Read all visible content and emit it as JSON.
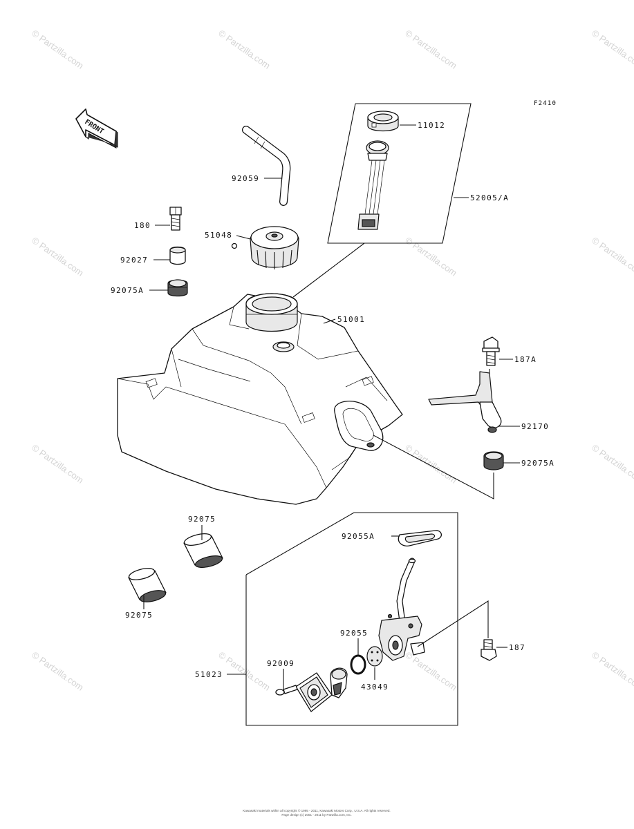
{
  "diagram": {
    "code": "F2410",
    "front_label": "FRONT",
    "watermark": "© Partzilla.com",
    "footer_line1": "Kawasaki materials within all copyright © 1995 - 2011, Kawasaki Motors Corp., U.S.A. All rights reserved.",
    "footer_line2": "Page design (c) 2001 - 2011 by Partzilla.com, Inc.",
    "parts": [
      {
        "id": "11012"
      },
      {
        "id": "52005/A"
      },
      {
        "id": "92059"
      },
      {
        "id": "180"
      },
      {
        "id": "51048"
      },
      {
        "id": "92027"
      },
      {
        "id": "92075A"
      },
      {
        "id": "51001"
      },
      {
        "id": "187A"
      },
      {
        "id": "92170"
      },
      {
        "id": "92075A"
      },
      {
        "id": "92075"
      },
      {
        "id": "92055A"
      },
      {
        "id": "92075"
      },
      {
        "id": "92055"
      },
      {
        "id": "187"
      },
      {
        "id": "92009"
      },
      {
        "id": "51023"
      },
      {
        "id": "43049"
      }
    ]
  }
}
